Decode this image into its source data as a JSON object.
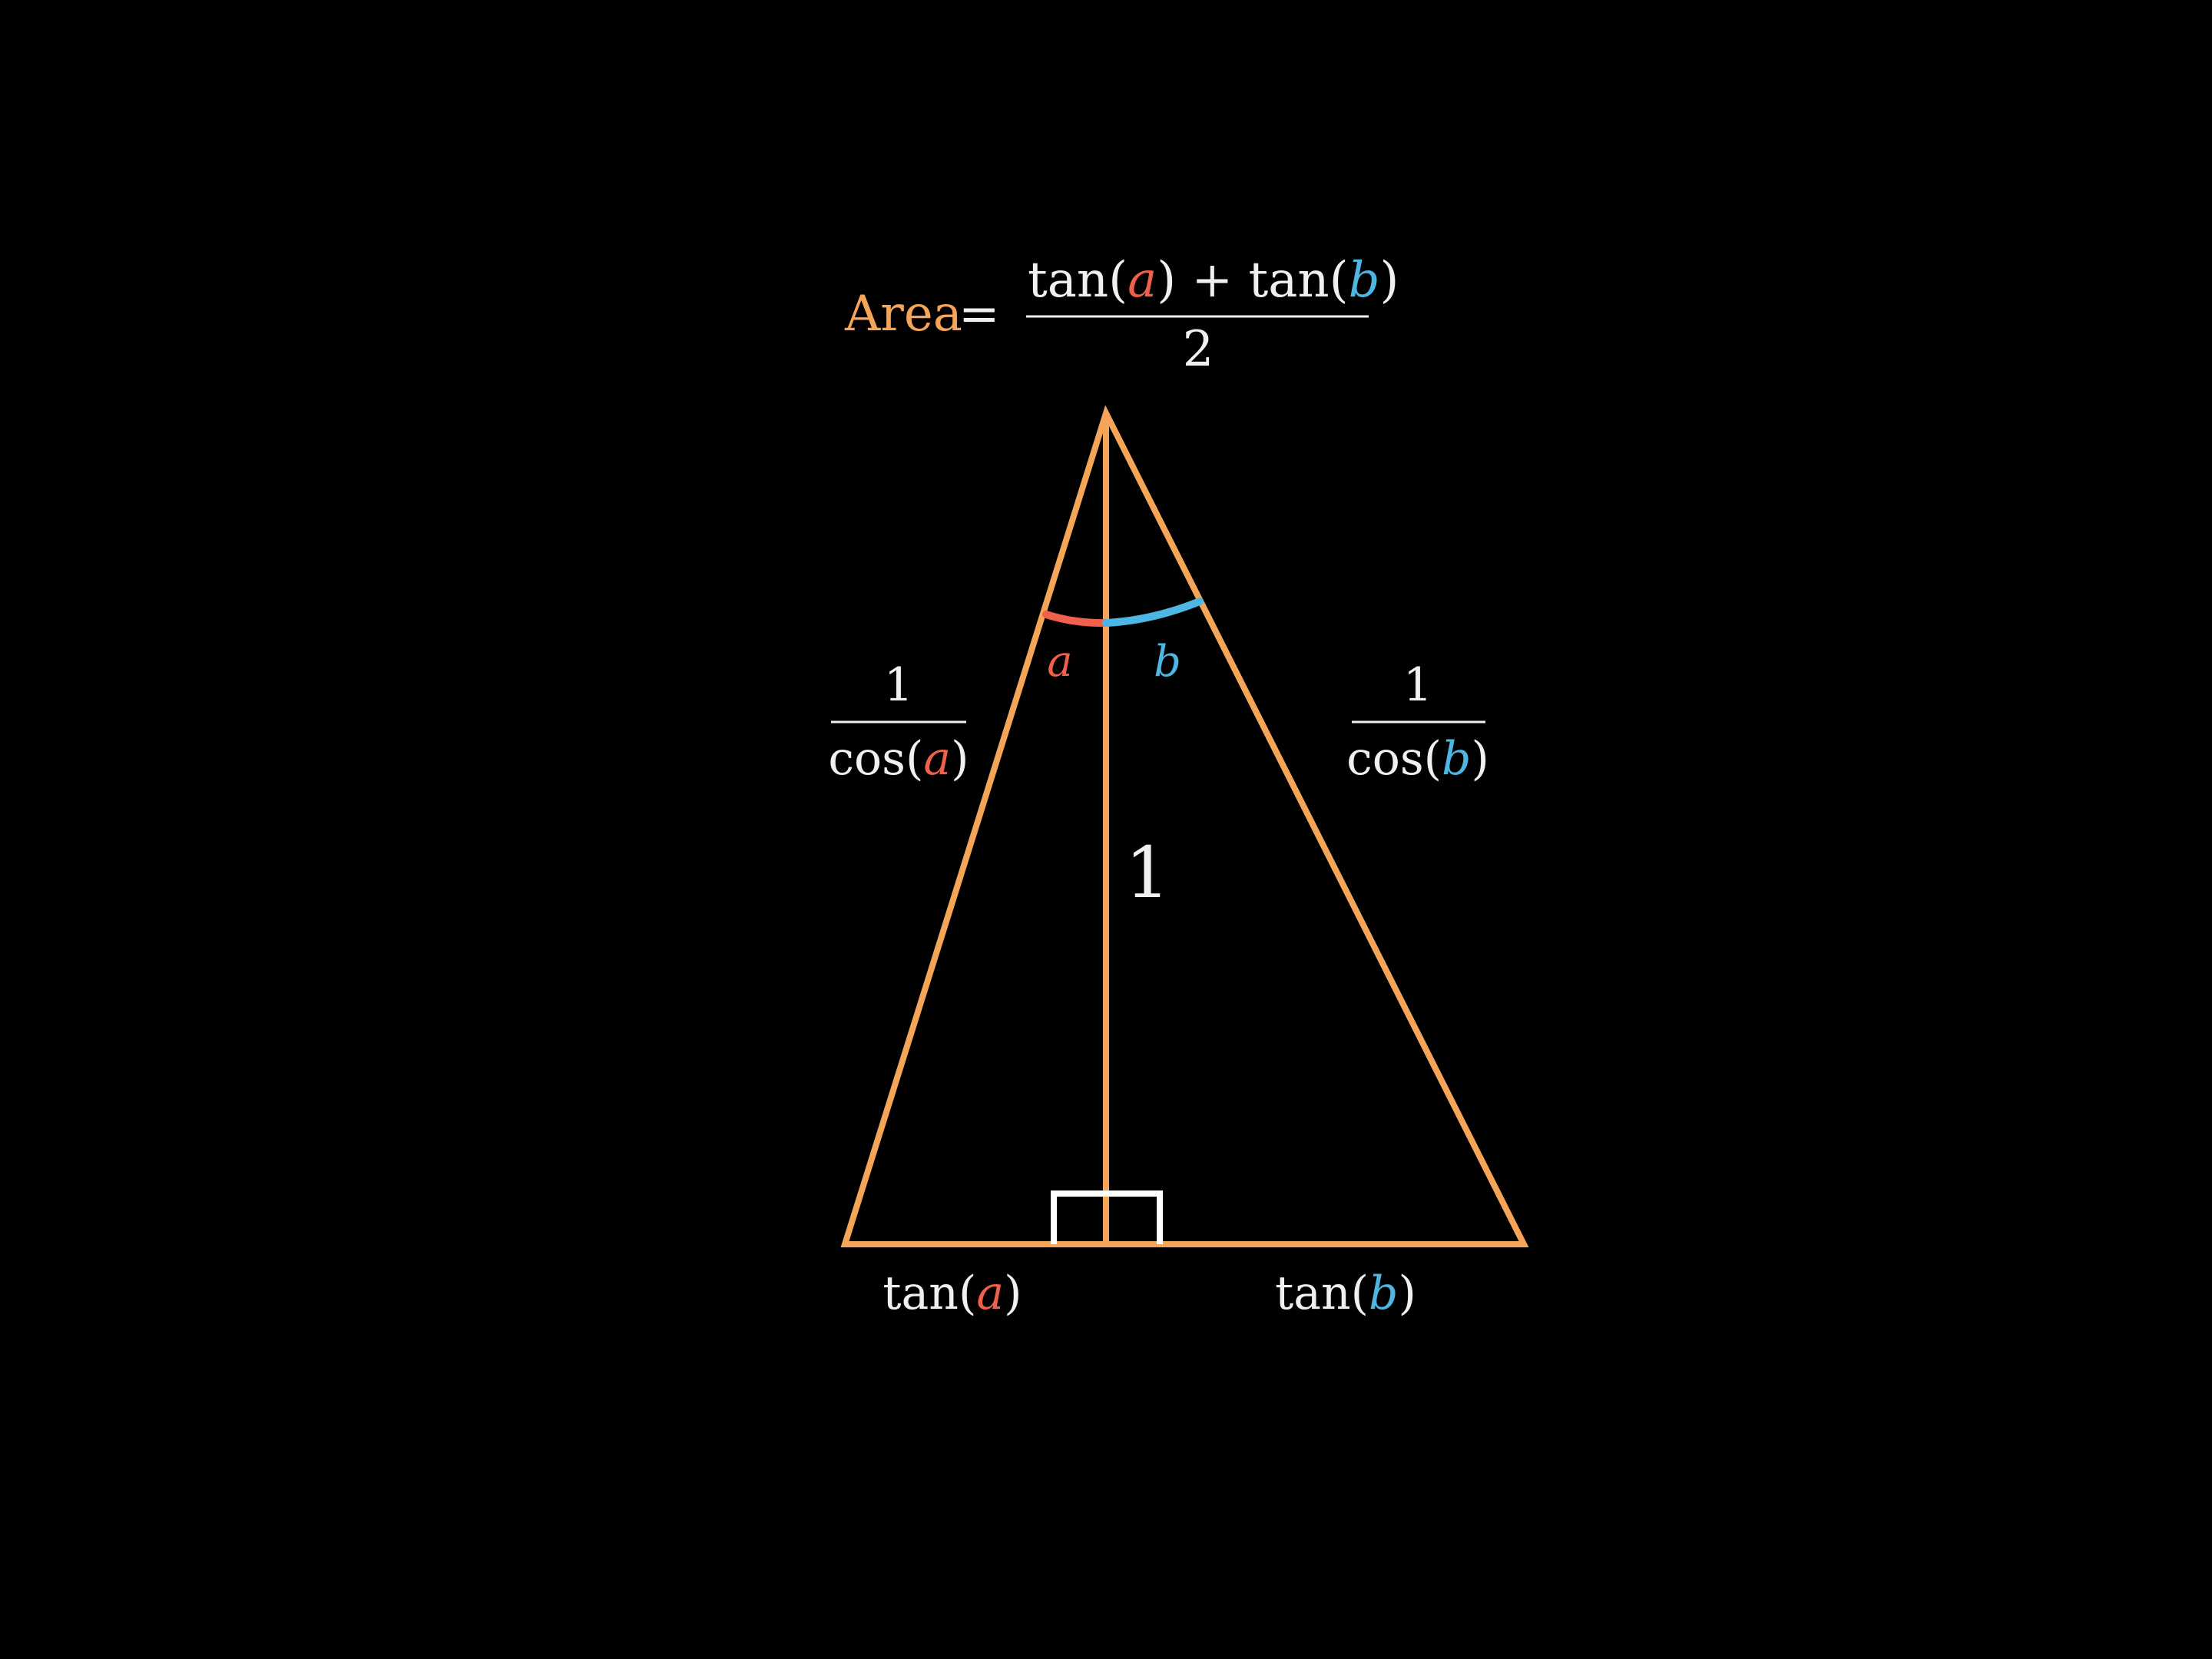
{
  "colors": {
    "background": "#000000",
    "triangle": "#f5a557",
    "angle_a": "#f0604a",
    "angle_b": "#4db6e2",
    "text": "#f0f0f0",
    "right_angle_marker": "#ffffff"
  },
  "formula": {
    "lhs": "Area",
    "equals": "=",
    "num_tan1": "tan(",
    "num_a": "a",
    "num_close1_plus_tan2": ") + tan(",
    "num_b": "b",
    "num_close2": ")",
    "denominator": "2"
  },
  "labels": {
    "angle_a": "a",
    "angle_b": "b",
    "height": "1",
    "left_side": {
      "numerator": "1",
      "den_prefix": "cos(",
      "den_var": "a",
      "den_suffix": ")"
    },
    "right_side": {
      "numerator": "1",
      "den_prefix": "cos(",
      "den_var": "b",
      "den_suffix": ")"
    },
    "base_left": {
      "prefix": "tan(",
      "var": "a",
      "suffix": ")"
    },
    "base_right": {
      "prefix": "tan(",
      "var": "b",
      "suffix": ")"
    }
  }
}
